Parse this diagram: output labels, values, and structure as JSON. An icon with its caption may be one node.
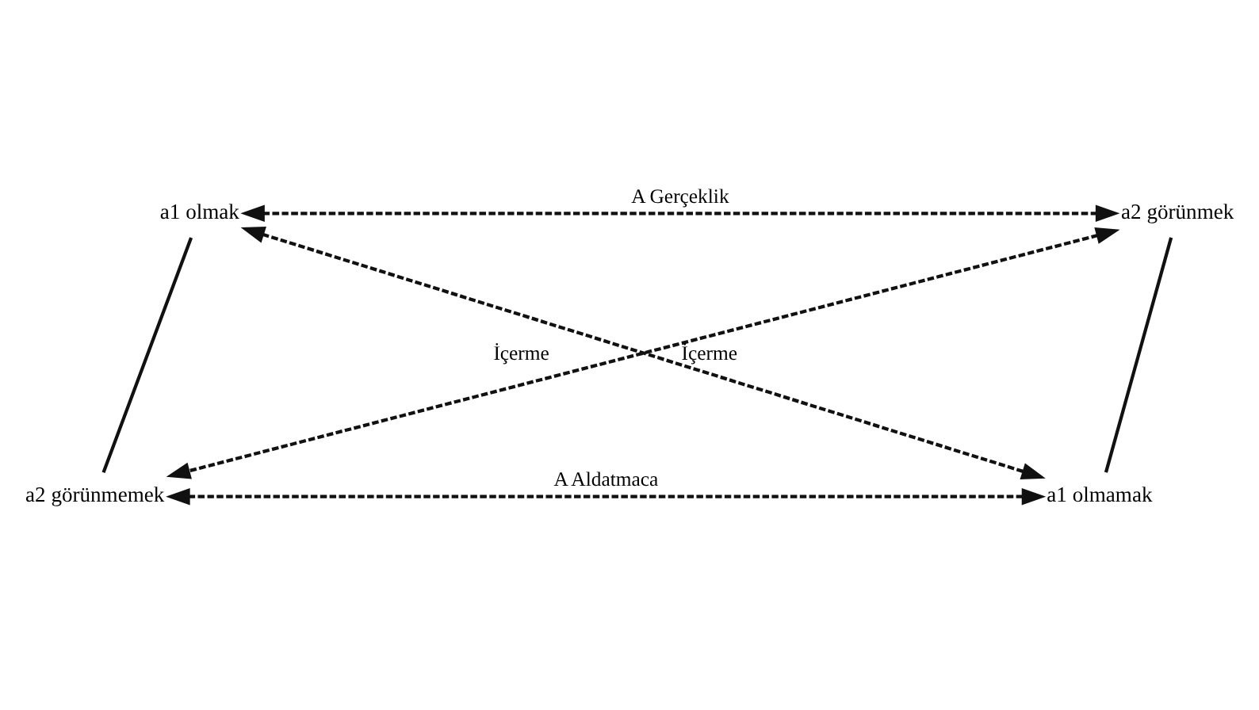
{
  "diagram": {
    "nodes": [
      {
        "text": [
          "a1 olmak"
        ]
      },
      {
        "text": [
          "a2 görünmek"
        ]
      },
      {
        "text": [
          "a2 görünmemek"
        ]
      },
      {
        "text": [
          "a1 olmamak"
        ]
      }
    ],
    "edges": [
      {
        "from": 0,
        "to": 1,
        "arrow": "both",
        "style": "dashed",
        "label": "A Gerçeklik"
      },
      {
        "from": 0,
        "to": 2,
        "arrow": "none"
      },
      {
        "from": 1,
        "to": 3,
        "arrow": "none"
      },
      {
        "from": 0,
        "to": 3,
        "arrow": "both",
        "style": "dashed",
        "label": "İçerme"
      },
      {
        "from": 1,
        "to": 2,
        "arrow": "both",
        "style": "dashed",
        "label": "İçerme"
      },
      {
        "from": 2,
        "to": 3,
        "arrow": "both",
        "style": "dashed",
        "label": "A Aldatmaca"
      }
    ]
  }
}
